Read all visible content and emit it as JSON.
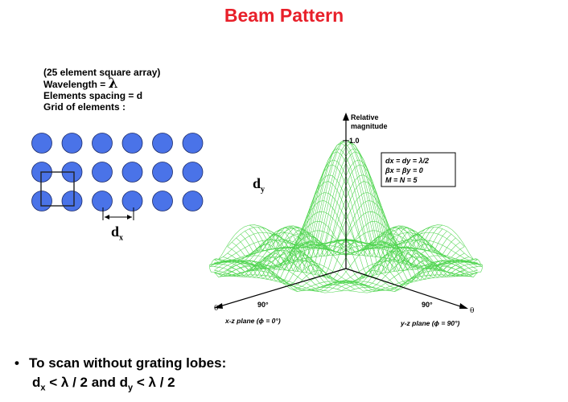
{
  "title": "Beam Pattern",
  "array_info": {
    "line1": "(25 element square array)",
    "line2_prefix": "Wavelength = ",
    "lambda": "λ",
    "line3": "Elements spacing = d",
    "line4": "Grid of elements :"
  },
  "array_labels": {
    "dy": "d",
    "dy_sub": "y",
    "dx": "d",
    "dx_sub": "x"
  },
  "plot": {
    "z_label_line1": "Relative",
    "z_label_line2": "magnitude",
    "z_tick": "1.0",
    "params": [
      "dx = dy = λ/2",
      "βx = βy = 0",
      "M = N = 5"
    ],
    "left_theta": "θ",
    "left_angle": "90°",
    "left_plane": "x-z plane (ϕ = 0°)",
    "right_theta": "θ",
    "right_angle": "90°",
    "right_plane": "y-z plane (ϕ = 90°)"
  },
  "colors": {
    "title": "#e8202a",
    "element_fill": "#4a73e8",
    "mesh": "#4cd44c"
  },
  "bullet": {
    "line1": "To scan without grating lobes:",
    "cond_d1": "d",
    "cond_x": "x",
    "cond_mid": " < λ / 2 and d",
    "cond_y": "y",
    "cond_end": " < λ / 2"
  }
}
